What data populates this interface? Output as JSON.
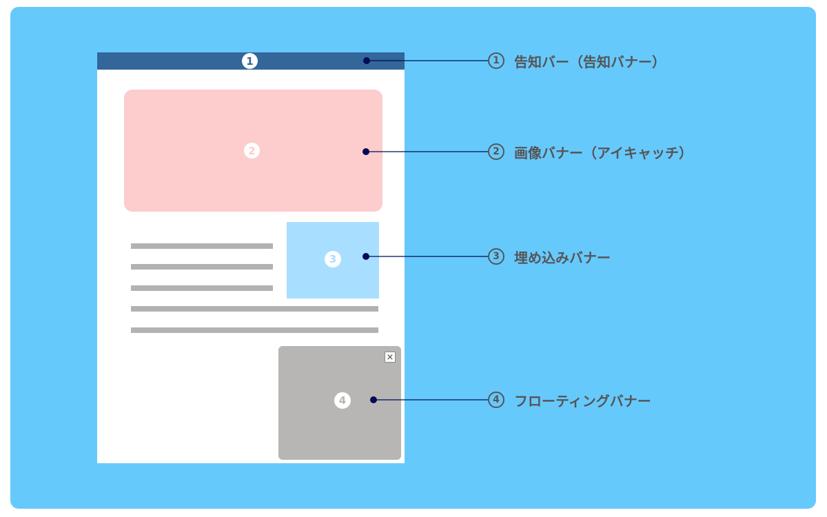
{
  "colors": {
    "panel_bg": "#66c9fc",
    "notice_bar": "#336699",
    "image_banner": "#fdcccc",
    "embedded_banner": "#a8deff",
    "floating_banner": "#b7b6b5",
    "text_line": "#b2b2b2",
    "leader": "#000b58"
  },
  "mockup": {
    "markers": [
      "1",
      "2",
      "3",
      "4"
    ],
    "close_icon": "close-icon",
    "close_glyph": "×"
  },
  "labels": [
    {
      "num": "1",
      "text": "告知バー（告知バナー）"
    },
    {
      "num": "2",
      "text": "画像バナー（アイキャッチ）"
    },
    {
      "num": "3",
      "text": "埋め込みバナー"
    },
    {
      "num": "4",
      "text": "フローティングバナー"
    }
  ]
}
